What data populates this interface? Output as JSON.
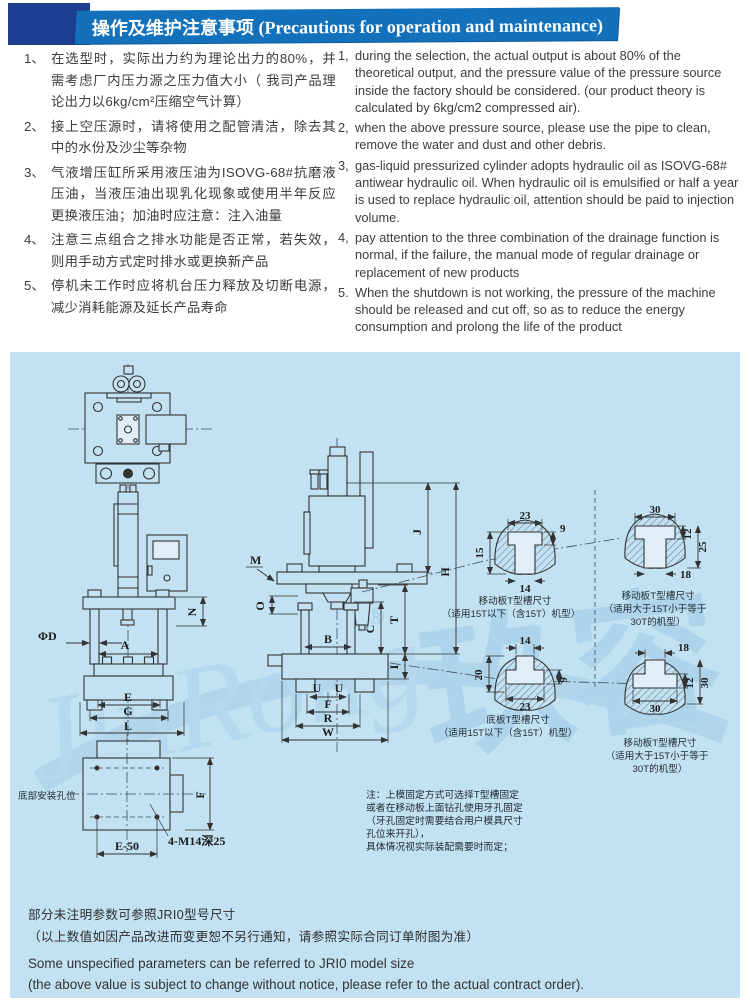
{
  "header": {
    "title": "操作及维护注意事项 (Precautions for operation and maintenance)"
  },
  "precautions_zh": {
    "items": [
      {
        "num": "1、",
        "text": "在选型时，实际出力约为理论出力的80%，并需考虑厂内压力源之压力值大小（ 我司产品理论出力以6kg/cm²压缩空气计算）"
      },
      {
        "num": "2、",
        "text": "接上空压源时，请将使用之配管清洁，除去其中的水份及沙尘等杂物"
      },
      {
        "num": "3、",
        "text": "气液增压缸所采用液压油为ISOVG-68#抗磨液压油，当液压油出现乳化现象或使用半年反应更换液压油；加油时应注意：注入油量"
      },
      {
        "num": "4、",
        "text": "注意三点组合之排水功能是否正常，若失效，则用手动方式定时排水或更换新产品"
      },
      {
        "num": "5、",
        "text": "停机未工作时应将机台压力释放及切断电源，减少消耗能源及延长产品寿命"
      }
    ]
  },
  "precautions_en": {
    "items": [
      {
        "num": "1,",
        "text": "during the selection, the actual output is about 80% of the theoretical output, and the pressure value of the pressure source inside the factory should be considered. (our product theory is calculated by 6kg/cm2 compressed air)."
      },
      {
        "num": "2,",
        "text": "when the above pressure source, please use the pipe to clean, remove the water and dust and other debris."
      },
      {
        "num": "3,",
        "text": "gas-liquid pressurized cylinder adopts hydraulic oil as ISOVG-68# antiwear hydraulic oil. When hydraulic oil is emulsified or half a year is used to replace hydraulic oil, attention should be paid to injection volume."
      },
      {
        "num": "4,",
        "text": "pay attention to the three combination of the drainage function is normal, if the failure, the manual mode of regular drainage or replacement of new products"
      },
      {
        "num": "5.",
        "text": "When the shutdown is not working, the pressure of the machine should be released and cut off, so as to reduce the energy consumption and prolong the life of the product"
      }
    ]
  },
  "diagram": {
    "front_view": {
      "dims": {
        "phi_d": "ΦD",
        "a": "A",
        "n": "N",
        "e": "E",
        "g": "G",
        "l": "L"
      }
    },
    "bottom_view": {
      "caption": "底部安装孔位",
      "dims": {
        "e50": "E-50",
        "f": "F",
        "thread": "4-M14深25"
      }
    },
    "side_view": {
      "dims": {
        "m": "M",
        "o": "O",
        "b": "B",
        "u1": "U",
        "u2": "U",
        "f": "F",
        "r": "R",
        "w": "W",
        "c": "C",
        "t": "T",
        "i": "I",
        "j": "J",
        "h": "H"
      }
    },
    "slot_details": [
      {
        "dim_top": "23",
        "dim_right": "9",
        "dim_left": "15",
        "dim_bottom": "14",
        "caption_lines": [
          "移动板T型槽尺寸",
          "（适用15T以下（含15T）机型）"
        ]
      },
      {
        "dim_top": "30",
        "dim_right1": "12",
        "dim_right2": "25",
        "dim_bottom": "18",
        "caption_lines": [
          "移动板T型槽尺寸",
          "（适用大于15T小于等于",
          "30T的机型）"
        ]
      },
      {
        "dim_top": "14",
        "dim_left": "20",
        "dim_right": "9",
        "dim_bottom": "23",
        "caption_lines": [
          "底板T型槽尺寸",
          "（适用15T以下（含15T）机型）"
        ]
      },
      {
        "dim_top": "18",
        "dim_right1": "12",
        "dim_right2": "30",
        "dim_bottom": "30",
        "caption_lines": [
          "移动板T型槽尺寸",
          "（适用大于15T小于等于",
          "30T的机型）"
        ]
      }
    ],
    "note_lines": [
      "注：上模固定方式可选择T型槽固定",
      "或者在移动板上面钻孔使用牙孔固定",
      "（牙孔固定时需要结合用户模具尺寸",
      "孔位来开孔），",
      "具体情况视实际装配需要时而定；"
    ],
    "watermark": {
      "text": "玖容",
      "script": "JiuRong",
      "reg": "®"
    }
  },
  "footer": {
    "zh1": "部分未注明参数可参照JRI0型号尺寸",
    "zh2": "（以上数值如因产品改进而变更恕不另行通知，请参照实际合同订单附图为准）",
    "en1": "Some unspecified parameters can be referred to JRI0 model size",
    "en2": "(the above value is subject to change without notice, please refer to the actual contract order)."
  },
  "colors": {
    "banner_blue": "#1371bb",
    "navy_square": "#1d3e90",
    "panel_blue": "#c2e1f2"
  }
}
